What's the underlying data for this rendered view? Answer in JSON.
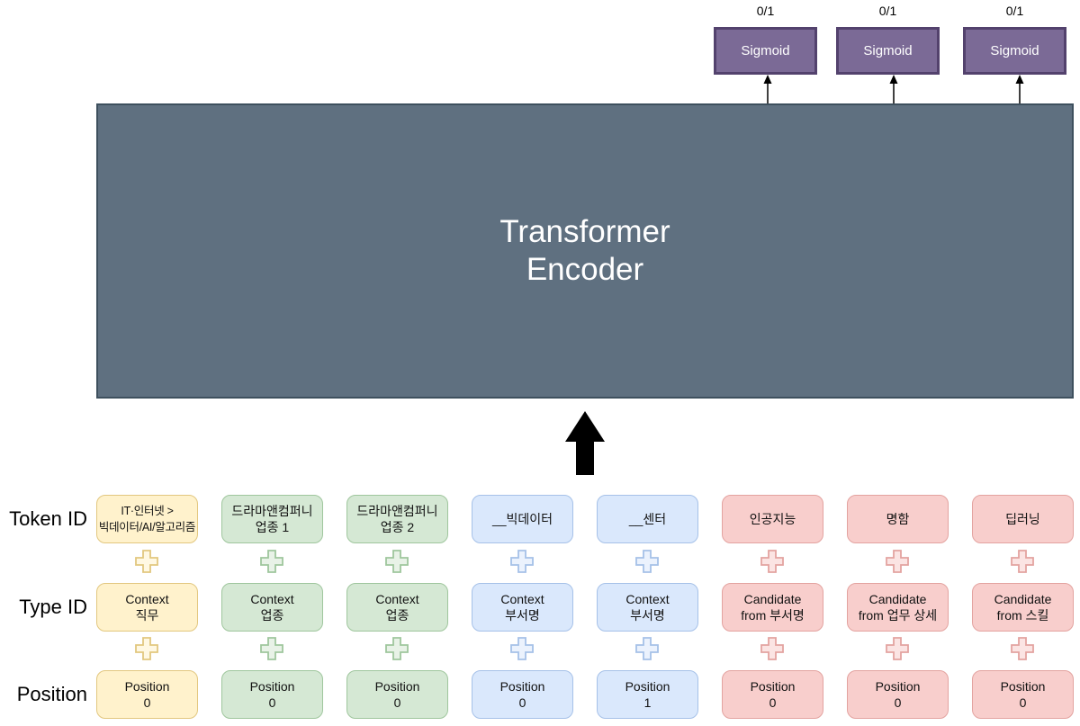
{
  "palette": {
    "yellow": {
      "fill": "#FFF2CC",
      "stroke": "#E2C77F"
    },
    "green": {
      "fill": "#D5E8D4",
      "stroke": "#9FC69D"
    },
    "blue": {
      "fill": "#DAE8FC",
      "stroke": "#A6C1E8"
    },
    "pink": {
      "fill": "#F8CECC",
      "stroke": "#E3A3A0"
    },
    "sigmoid_fill": "#7B6A96",
    "sigmoid_border": "#53426D",
    "encoder_fill": "#5F7080",
    "encoder_border": "#3E505E",
    "arrow_color": "#000000"
  },
  "encoder": {
    "title_line1": "Transformer",
    "title_line2": "Encoder"
  },
  "outputs": [
    {
      "score_label": "0/1",
      "box_label": "Sigmoid"
    },
    {
      "score_label": "0/1",
      "box_label": "Sigmoid"
    },
    {
      "score_label": "0/1",
      "box_label": "Sigmoid"
    }
  ],
  "row_labels": {
    "token": "Token ID",
    "type": "Type ID",
    "position": "Position"
  },
  "columns": [
    {
      "color": "yellow",
      "token": [
        "IT·인터넷 >",
        "빅데이터/AI/알고리즘"
      ],
      "type": [
        "Context",
        "직무"
      ],
      "position": [
        "Position",
        "0"
      ]
    },
    {
      "color": "green",
      "token": [
        "드라마앤컴퍼니",
        "업종 1"
      ],
      "type": [
        "Context",
        "업종"
      ],
      "position": [
        "Position",
        "0"
      ]
    },
    {
      "color": "green",
      "token": [
        "드라마앤컴퍼니",
        "업종 2"
      ],
      "type": [
        "Context",
        "업종"
      ],
      "position": [
        "Position",
        "0"
      ]
    },
    {
      "color": "blue",
      "token": [
        "__빅데이터",
        ""
      ],
      "type": [
        "Context",
        "부서명"
      ],
      "position": [
        "Position",
        "0"
      ]
    },
    {
      "color": "blue",
      "token": [
        "__센터",
        ""
      ],
      "type": [
        "Context",
        "부서명"
      ],
      "position": [
        "Position",
        "1"
      ]
    },
    {
      "color": "pink",
      "token": [
        "인공지능",
        ""
      ],
      "type": [
        "Candidate",
        "from 부서명"
      ],
      "position": [
        "Position",
        "0"
      ]
    },
    {
      "color": "pink",
      "token": [
        "명함",
        ""
      ],
      "type": [
        "Candidate",
        "from 업무 상세"
      ],
      "position": [
        "Position",
        "0"
      ]
    },
    {
      "color": "pink",
      "token": [
        "딥러닝",
        ""
      ],
      "type": [
        "Candidate",
        "from 스킬"
      ],
      "position": [
        "Position",
        "0"
      ]
    }
  ]
}
